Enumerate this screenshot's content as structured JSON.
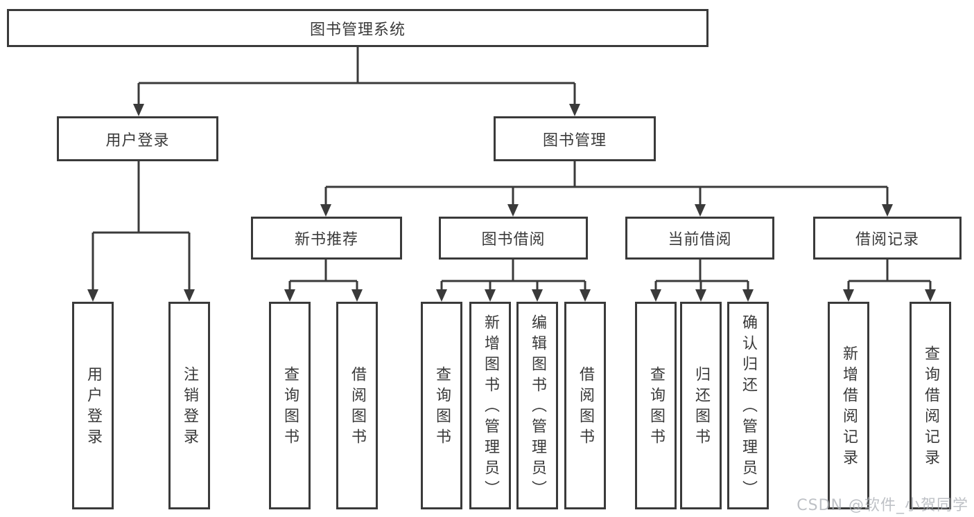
{
  "diagram": {
    "type": "hierarchy-tree",
    "line_color": "#3a3a3a",
    "box_background": "#ffffff",
    "text_color": "#3a3a3a",
    "nodes": {
      "root": {
        "label": "图书管理系统"
      },
      "user_login": {
        "label": "用户登录",
        "parent": "root"
      },
      "book_management": {
        "label": "图书管理",
        "parent": "root"
      },
      "new_book_recommend": {
        "label": "新书推荐",
        "parent": "book_management"
      },
      "book_borrow": {
        "label": "图书借阅",
        "parent": "book_management"
      },
      "current_borrow": {
        "label": "当前借阅",
        "parent": "book_management"
      },
      "borrow_records": {
        "label": "借阅记录",
        "parent": "book_management"
      },
      "leaf_user_login": {
        "label": "用户登录",
        "parent": "user_login"
      },
      "leaf_logout": {
        "label": "注销登录",
        "parent": "user_login"
      },
      "leaf_query_books_1": {
        "label": "查询图书",
        "parent": "new_book_recommend"
      },
      "leaf_borrow_books_1": {
        "label": "借阅图书",
        "parent": "new_book_recommend"
      },
      "leaf_query_books_2": {
        "label": "查询图书",
        "parent": "book_borrow"
      },
      "leaf_add_book_admin": {
        "label": "新增图书（管理员）",
        "parent": "book_borrow"
      },
      "leaf_edit_book_admin": {
        "label": "编辑图书（管理员）",
        "parent": "book_borrow"
      },
      "leaf_borrow_books_2": {
        "label": "借阅图书",
        "parent": "book_borrow"
      },
      "leaf_query_books_3": {
        "label": "查询图书",
        "parent": "current_borrow"
      },
      "leaf_return_books": {
        "label": "归还图书",
        "parent": "current_borrow"
      },
      "leaf_confirm_return_admin": {
        "label": "确认归还（管理员）",
        "parent": "current_borrow"
      },
      "leaf_add_borrow_record": {
        "label": "新增借阅记录",
        "parent": "borrow_records"
      },
      "leaf_query_borrow_record": {
        "label": "查询借阅记录",
        "parent": "borrow_records"
      }
    }
  },
  "watermark": {
    "text": "CSDN @软件_小贺同学",
    "color": "#a9adb3"
  }
}
